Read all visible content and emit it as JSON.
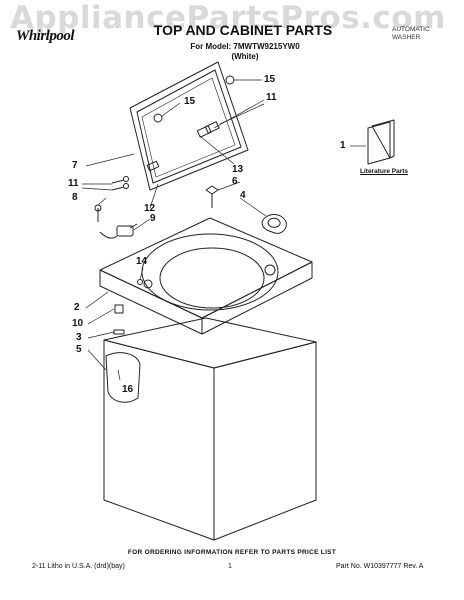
{
  "watermark": "AppliancePartsPros.com",
  "header": {
    "brand": "Whirlpool",
    "title": "TOP AND CABINET PARTS",
    "model_line": "For Model: 7MWTW9215YW0",
    "color_line": "(White)",
    "product_type": "AUTOMATIC WASHER"
  },
  "literature_label": "Literature Parts",
  "callouts": [
    "15",
    "15",
    "11",
    "7",
    "11",
    "13",
    "8",
    "12",
    "9",
    "6",
    "4",
    "1",
    "14",
    "2",
    "10",
    "3",
    "5",
    "16"
  ],
  "footer": {
    "order_note": "FOR ORDERING INFORMATION REFER TO PARTS PRICE LIST",
    "litho": "2-11 Litho in U.S.A. (drd)(bay)",
    "page": "1",
    "part_no": "Part No. W10397777 Rev. A"
  },
  "colors": {
    "line": "#222222",
    "watermark": "#d9d9d9"
  }
}
